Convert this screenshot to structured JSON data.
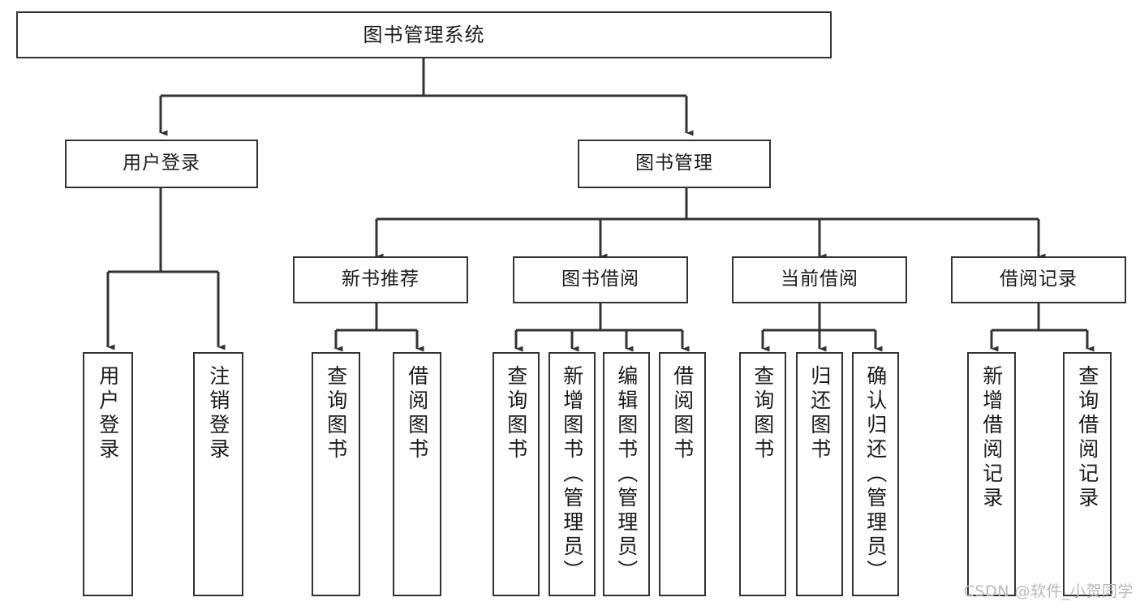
{
  "diagram": {
    "type": "tree-hierarchy-diagram",
    "title": "图书管理系统",
    "colors": {
      "background": "#ffffff",
      "node_border": "#333333",
      "node_fill": "#ffffff",
      "text": "#1a1a1a",
      "connector": "#333333",
      "watermark": "#b9b9b9"
    },
    "nodes": {
      "root": {
        "label": "图书管理系统",
        "level": 1,
        "orientation": "horizontal"
      },
      "level2": [
        {
          "id": "user-login",
          "label": "用户登录",
          "orientation": "horizontal"
        },
        {
          "id": "book-management",
          "label": "图书管理",
          "orientation": "horizontal"
        }
      ],
      "level3": [
        {
          "id": "new-book-recommend",
          "label": "新书推荐",
          "orientation": "horizontal"
        },
        {
          "id": "book-borrow",
          "label": "图书借阅",
          "orientation": "horizontal"
        },
        {
          "id": "current-borrow",
          "label": "当前借阅",
          "orientation": "horizontal"
        },
        {
          "id": "borrow-record",
          "label": "借阅记录",
          "orientation": "horizontal"
        }
      ],
      "leaves": [
        {
          "id": "leaf-user-login",
          "label": "用户登录",
          "parent": "user-login",
          "orientation": "vertical"
        },
        {
          "id": "leaf-logout-login",
          "label": "注销登录",
          "parent": "user-login",
          "orientation": "vertical"
        },
        {
          "id": "leaf-query-book-1",
          "label": "查询图书",
          "parent": "new-book-recommend",
          "orientation": "vertical"
        },
        {
          "id": "leaf-borrow-book-1",
          "label": "借阅图书",
          "parent": "new-book-recommend",
          "orientation": "vertical"
        },
        {
          "id": "leaf-query-book-2",
          "label": "查询图书",
          "parent": "book-borrow",
          "orientation": "vertical"
        },
        {
          "id": "leaf-add-book",
          "label": "新增图书（管理员）",
          "parent": "book-borrow",
          "orientation": "vertical"
        },
        {
          "id": "leaf-edit-book",
          "label": "编辑图书（管理员）",
          "parent": "book-borrow",
          "orientation": "vertical"
        },
        {
          "id": "leaf-borrow-book-2",
          "label": "借阅图书",
          "parent": "book-borrow",
          "orientation": "vertical"
        },
        {
          "id": "leaf-query-book-3",
          "label": "查询图书",
          "parent": "current-borrow",
          "orientation": "vertical"
        },
        {
          "id": "leaf-return-book",
          "label": "归还图书",
          "parent": "current-borrow",
          "orientation": "vertical"
        },
        {
          "id": "leaf-confirm-return",
          "label": "确认归还（管理员）",
          "parent": "current-borrow",
          "orientation": "vertical"
        },
        {
          "id": "leaf-add-record",
          "label": "新增借阅记录",
          "parent": "borrow-record",
          "orientation": "vertical"
        },
        {
          "id": "leaf-query-record",
          "label": "查询借阅记录",
          "parent": "borrow-record",
          "orientation": "vertical"
        }
      ]
    },
    "watermark": "CSDN @软件_小贺同学"
  }
}
